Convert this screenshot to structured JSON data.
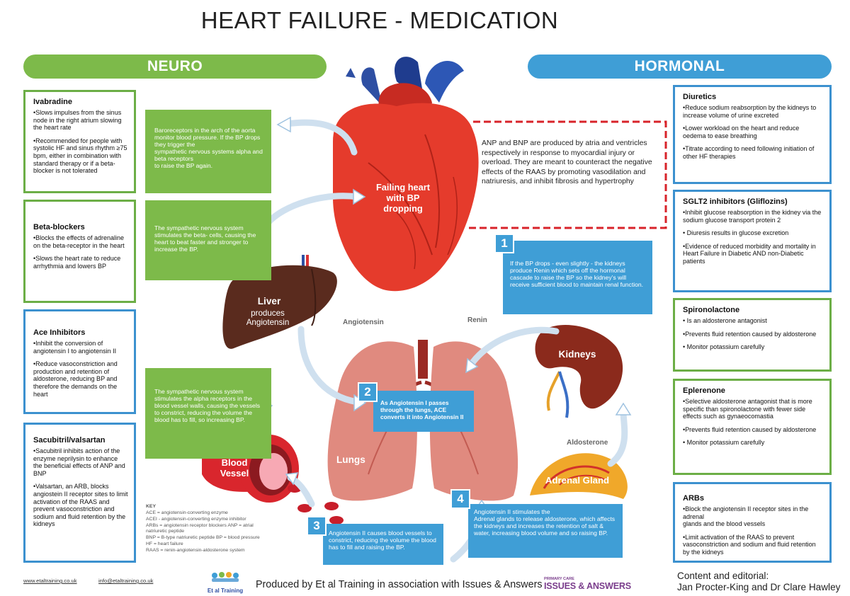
{
  "title": "HEART FAILURE - MEDICATION",
  "banners": {
    "neuro": "NEURO",
    "hormonal": "HORMONAL"
  },
  "neuro_cards": [
    {
      "title": "Ivabradine",
      "paras": [
        "•Slows impulses from the sinus node in the right  atrium slowing the heart  rate",
        "•Recommended for people with systolic HF and sinus  rhythm  ≥75 bpm, either in  combination with standard  therapy or if a beta-blocker is not tolerated"
      ]
    },
    {
      "title": "Beta-blockers",
      "paras": [
        "•Blocks the effects of adrenaline on the beta-receptor in the heart",
        "•Slows the heart rate to reduce arrhythmia and lowers BP"
      ]
    },
    {
      "title": "Ace Inhibitors",
      "paras": [
        "•Inhibit the conversion of angiotensin I to angiotensin II",
        "•Reduce vasoconstriction and production and  retention of aldosterone,  reducing BP and therefore the demands on the heart"
      ]
    },
    {
      "title": "Sacubitril/valsartan",
      "paras": [
        "•Sacubitril inhibits action of the enzyme neprilysin  to enhance the beneficial  effects of ANP and BNP",
        "•Valsartan, an ARB, blocks angiostein II receptor sites  to limit activation of the  RAAS and prevent  vasoconstriction and sodium and fluid retention  by the kidneys"
      ]
    }
  ],
  "hormonal_cards": [
    {
      "title": "Diuretics",
      "paras": [
        "•Reduce sodium reabsorption by the kidneys to increase volume of urine  excreted",
        "•Lower workload on the heart and reduce oedema to ease breathing",
        "•Titrate according to need following initiation of other HF therapies"
      ]
    },
    {
      "title": "SGLT2 inhibitors (Gliflozins)",
      "paras": [
        "•Inhibit glucose reabsorption in the  kidney via the sodium glucose transport protein 2",
        "•  Diuresis results in glucose excretion",
        "•Evidence of reduced morbidity and mortality in Heart Failure in Diabetic  AND non-Diabetic patients"
      ]
    },
    {
      "title": "Spironolactone",
      "paras": [
        "•  Is an aldosterone antagonist",
        "•Prevents fluid retention caused by aldosterone",
        "•  Monitor potassium carefully"
      ]
    },
    {
      "title": "Eplerenone",
      "paras": [
        "•Selective aldosterone antagonist that is more specific than spironolactone  with fewer side effects such as  gynaeocomastia",
        "•Prevents fluid retention caused by aldosterone",
        "•  Monitor potassium carefully"
      ]
    },
    {
      "title": "ARBs",
      "paras": [
        "•Block the angiotensin II receptor sites in the adrenal\n  glands and the blood vessels",
        "•Limit activation of the RAAS to  prevent vasoconstriction and sodium and fluid retention by the kidneys"
      ]
    }
  ],
  "green_boxes": {
    "baroreceptors": "Baroreceptors in  the  arch of the aorta monitor blood pressure. If the BP drops they trigger the\nsympathetic nervous systems alpha and beta receptors\nto raise the BP again.",
    "sympathetic_beta": "The sympathetic nervous  system stimulates the beta- cells, causing the heart to  beat faster and stronger to  increase the BP.",
    "sympathetic_alpha": "The sympathetic nervous  system stimulates the alpha  receptors in the blood vessel walls, causing the vessels to  constrict, reducing the volume the blood has to fill,  so increasing BP."
  },
  "anp_text": "ANP and BNP are produced by atria and ventricles respectively in response to  myocardial injury or overload. They are  meant to counteract the  negative  effects of the RAAS by promoting vasodilation and natriuresis, and inhibit  fibrosis and hypertrophy",
  "steps": [
    {
      "num": "1",
      "text": "If the BP drops - even slightly - the  kidneys produce Renin which  sets off the hormonal cascade to raise the BP so the kidney’s will receive sufficient  blood to maintain renal function."
    },
    {
      "num": "2",
      "text": "As Angiotensin I passes through the lungs, ACE converts it into Angiotensin II"
    },
    {
      "num": "3",
      "text": "Angiotensin II causes blood  vessels to constrict, reducing the volume the blood has to  fill and raising the BP."
    },
    {
      "num": "4",
      "text": "Angiotensin II stimulates the\nAdrenal glands to release aldosterone,  which affects the kidneys and increases the retention of salt & water, increasing blood volume and so raising BP."
    }
  ],
  "organs": {
    "heart": "Failing heart with BP dropping",
    "liver_title": "Liver",
    "liver_sub": "produces Angiotensin",
    "lungs": "Lungs",
    "kidneys": "Kidneys",
    "adrenal": "Adrenal Gland",
    "blood_vessel": "Blood Vessel",
    "angiotensin": "Angiotensin",
    "renin": "Renin",
    "aldosterone": "Aldosterone"
  },
  "key": {
    "heading": "KEY",
    "items": [
      "ACE = angiotensin-converting enzyme",
      "ACEI - angiotensin-converting enzyme inhibitor",
      "ARBs = angiotensin receptor blockers ANP = atrial natriuretic peptide",
      "BNP = B-type natriuretic peptide BP = blood pressure",
      "HF = heart failure",
      "RAAS = renin-angiotensin-aldosterone system"
    ]
  },
  "footer": {
    "website": "www.etaltraining.co.uk",
    "email": "info@etaltraining.co.uk",
    "etal_logo": "Et al Training",
    "produced_by": "Produced by Et al Training in association with Issues & Answers",
    "ia_logo_small": "PRIMARY CARE",
    "ia_logo": "ISSUES & ANSWERS",
    "credits_1": "Content and editorial:",
    "credits_2": "Jan Procter-King and Dr Clare Hawley"
  },
  "colors": {
    "green": "#7dba4a",
    "blue": "#3f9ed6",
    "heart_red": "#e53b2c",
    "dashed_red": "#d8232a"
  }
}
